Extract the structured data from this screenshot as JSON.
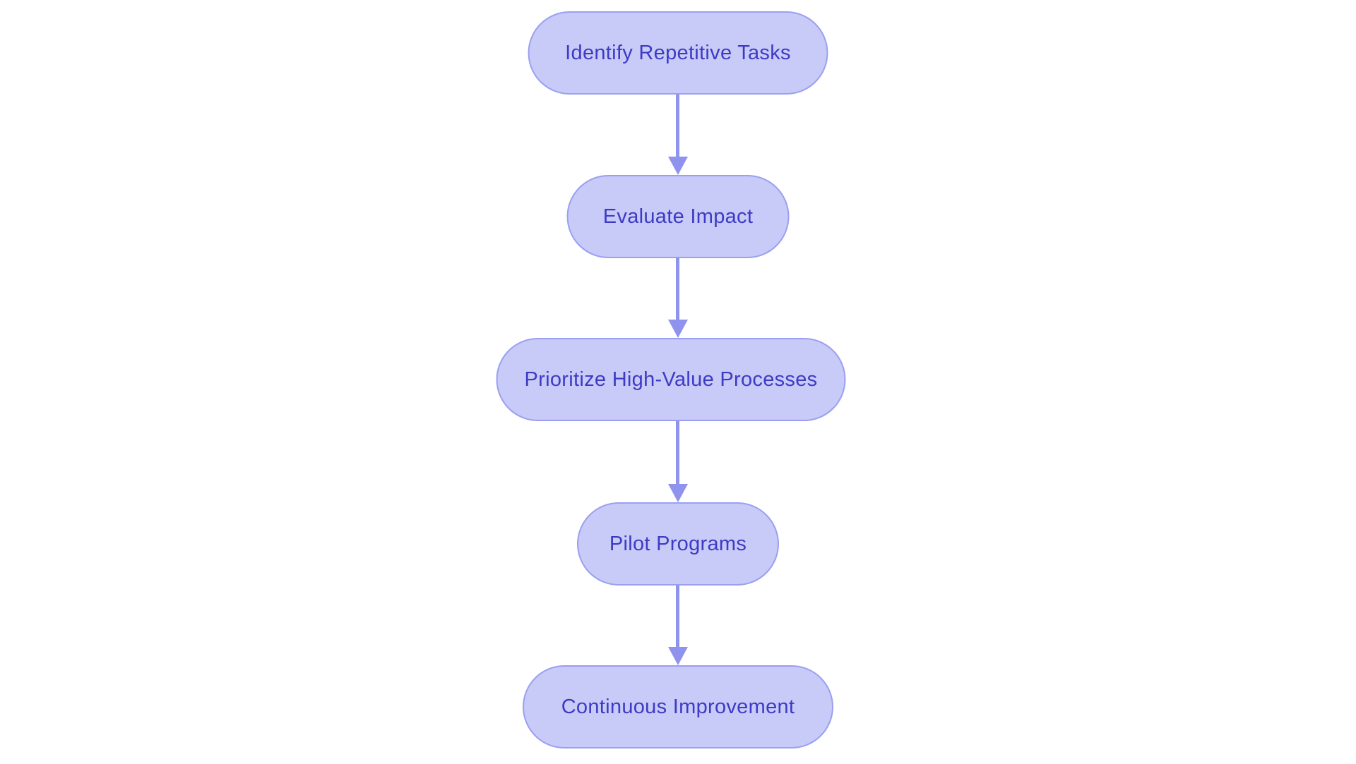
{
  "diagram": {
    "type": "flowchart",
    "direction": "top-down",
    "nodes": [
      {
        "id": "n1",
        "label": "Identify Repetitive Tasks"
      },
      {
        "id": "n2",
        "label": "Evaluate Impact"
      },
      {
        "id": "n3",
        "label": "Prioritize High-Value Processes"
      },
      {
        "id": "n4",
        "label": "Pilot Programs"
      },
      {
        "id": "n5",
        "label": "Continuous Improvement"
      }
    ],
    "edges": [
      {
        "from": "n1",
        "to": "n2"
      },
      {
        "from": "n2",
        "to": "n3"
      },
      {
        "from": "n3",
        "to": "n4"
      },
      {
        "from": "n4",
        "to": "n5"
      }
    ],
    "colors": {
      "background": "#ffffff",
      "node_fill": "#c8caf8",
      "node_border": "#9aa0f0",
      "node_text": "#3d3bc4",
      "arrow": "#8f93ee"
    }
  }
}
